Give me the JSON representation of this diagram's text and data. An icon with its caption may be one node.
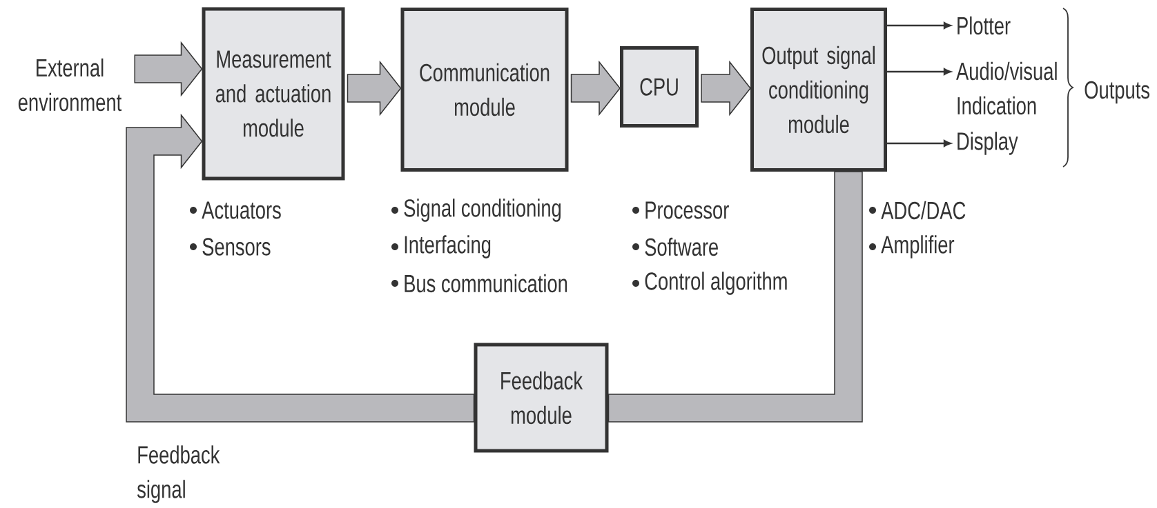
{
  "diagram": {
    "nodes": [
      {
        "text": [
          "External environment"
        ]
      },
      {
        "text": [
          "Measurement and actuation module"
        ],
        "beside": [
          "Actuators",
          "Sensors"
        ]
      },
      {
        "text": [
          "Communication module"
        ],
        "beside": [
          "Signal conditioning",
          "Interfacing",
          "Bus communication"
        ]
      },
      {
        "text": [
          "CPU"
        ],
        "beside": [
          "Processor",
          "Software",
          "Control algorithm"
        ]
      },
      {
        "text": [
          "Output signal conditioning module"
        ],
        "beside": [
          "ADC/DAC",
          "Amplifier"
        ]
      },
      {
        "text": [
          "Feedback module"
        ]
      },
      {
        "text": [
          "Plotter"
        ]
      },
      {
        "text": [
          "Audio/visual Indication"
        ]
      },
      {
        "text": [
          "Display"
        ]
      }
    ],
    "edges": [
      {
        "from": 0,
        "to": 1,
        "arrow": "to",
        "style": "thick"
      },
      {
        "from": 1,
        "to": 2,
        "arrow": "to",
        "style": "thick"
      },
      {
        "from": 2,
        "to": 3,
        "arrow": "to",
        "style": "thick"
      },
      {
        "from": 3,
        "to": 4,
        "arrow": "to",
        "style": "thick"
      },
      {
        "from": 4,
        "to": 5,
        "arrow": "none",
        "style": "thick"
      },
      {
        "from": 5,
        "to": 1,
        "arrow": "to",
        "style": "thick"
      },
      {
        "from": 4,
        "to": 6,
        "arrow": "to"
      },
      {
        "from": 4,
        "to": 7,
        "arrow": "to"
      },
      {
        "from": 4,
        "to": 8,
        "arrow": "to"
      }
    ],
    "labels": [
      "Outputs",
      "Feedback signal"
    ]
  }
}
